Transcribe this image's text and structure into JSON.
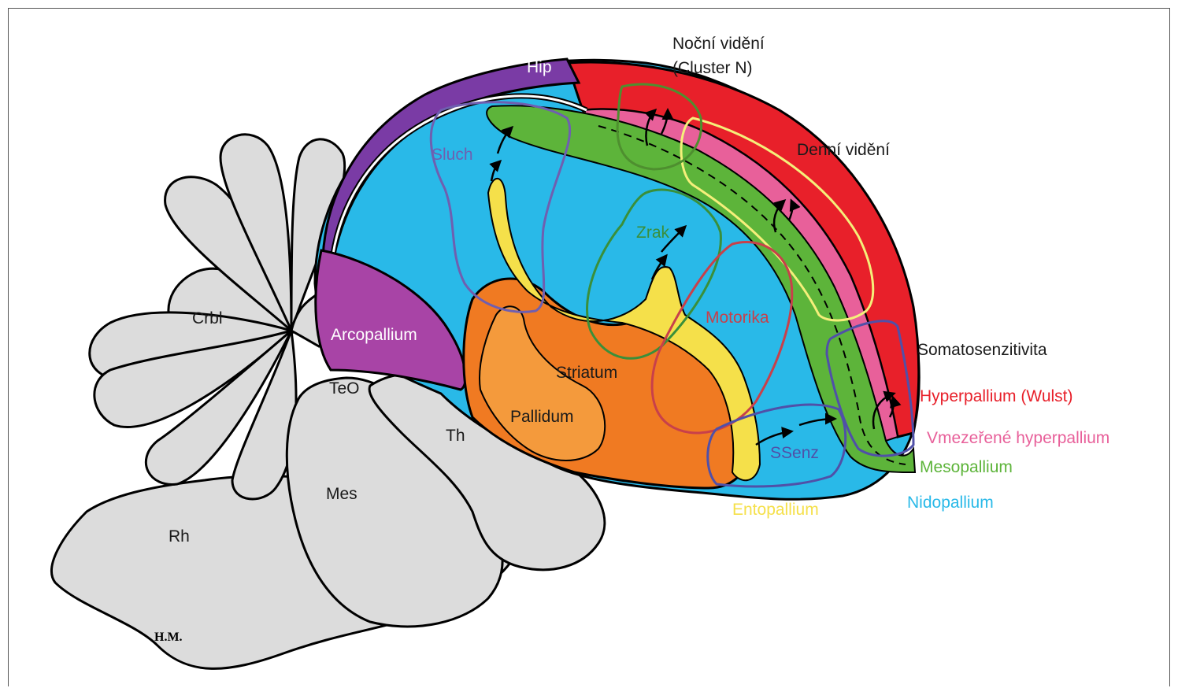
{
  "colors": {
    "gray": "#dcdcdc",
    "hyperpallium": "#e8202a",
    "interstitial": "#e8609a",
    "mesopallium": "#5db43a",
    "nidopallium": "#29b9e8",
    "entopallium": "#f5e04a",
    "striatum": "#f07a22",
    "pallidum": "#f49a3c",
    "arcopallium": "#a844a6",
    "hippocampus": "#7a3ba5",
    "sluch_outline": "#6f5fb0",
    "zrak_outline": "#3a8f3a",
    "motorika_outline": "#c8404a",
    "ssenz_outline": "#5050a8",
    "day_vision_outline": "#f5ef7a"
  },
  "regions": {
    "crbl": "Crbl",
    "rh": "Rh",
    "mes": "Mes",
    "teo": "TeO",
    "th": "Th",
    "hip": "Hip",
    "arcopallium": "Arcopallium",
    "striatum": "Striatum",
    "pallidum": "Pallidum",
    "sluch": "Sluch",
    "zrak": "Zrak",
    "motorika": "Motorika",
    "ssenz": "SSenz"
  },
  "annotations": {
    "night_vision_line1": "Noční vidění",
    "night_vision_line2": "(Cluster N)",
    "day_vision": "Denní vidění",
    "somatosensory": "Somatosenzitivita"
  },
  "legend": {
    "hyperpallium": "Hyperpallium (Wulst)",
    "interstitial": "Vmezeřené hyperpallium",
    "mesopallium": "Mesopallium",
    "nidopallium": "Nidopallium",
    "entopallium": "Entopallium"
  },
  "signature": "H.M."
}
